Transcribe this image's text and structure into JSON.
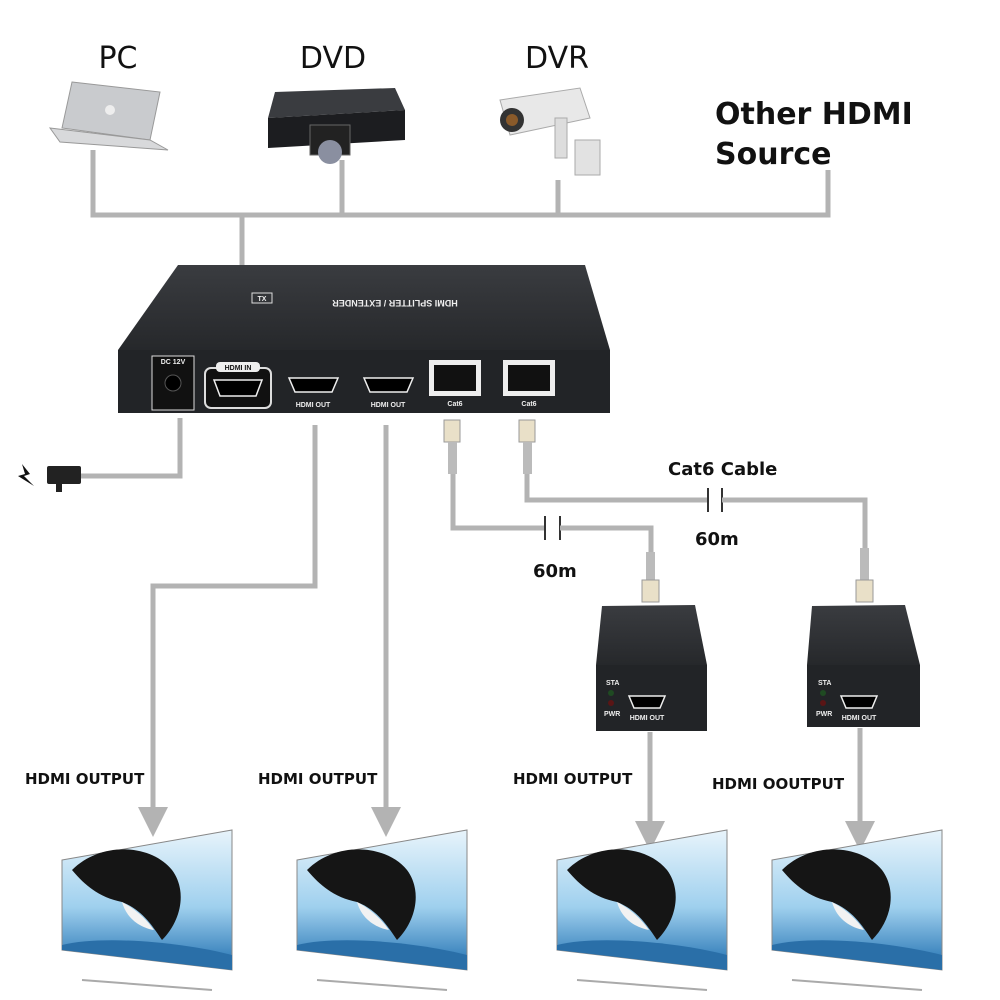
{
  "sources": {
    "pc": "PC",
    "dvd": "DVD",
    "dvr": "DVR",
    "other_line1": "Other HDMI",
    "other_line2": "Source"
  },
  "transmitter": {
    "title": "HDMI SPLITTER / EXTENDER",
    "badge": "TX",
    "ports": {
      "dc": "DC 12V",
      "hdmi_in": "HDMI IN",
      "hdmi_out_1": "HDMI OUT",
      "hdmi_out_2": "HDMI OUT",
      "cat6_1": "Cat6",
      "cat6_2": "Cat6"
    }
  },
  "cable": {
    "label": "Cat6 Cable",
    "length_1": "60m",
    "length_2": "60m"
  },
  "receivers": [
    {
      "sta": "STA",
      "pwr": "PWR",
      "port": "HDMI OUT"
    },
    {
      "sta": "STA",
      "pwr": "PWR",
      "port": "HDMI OUT"
    }
  ],
  "outputs": [
    "HDMI OUTPUT",
    "HDMI OUTPUT",
    "HDMI OUTPUT",
    "HDMI OOUTPUT"
  ],
  "colors": {
    "line": "#b3b3b3",
    "device": "#2b2d30"
  }
}
